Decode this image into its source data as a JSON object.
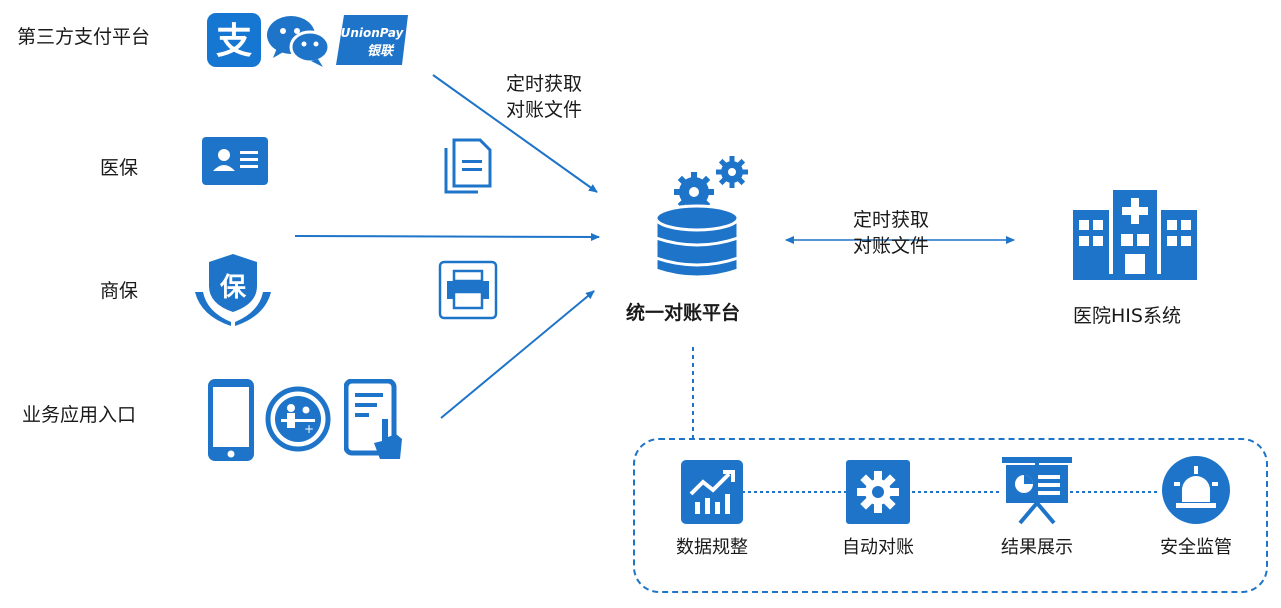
{
  "sources": [
    {
      "id": "third_party_payment",
      "label": "第三方支付平台",
      "icons": [
        "alipay-icon",
        "wechat-icon",
        "unionpay-icon"
      ],
      "unionpay_text": "UnionPay",
      "unionpay_cn": "银联"
    },
    {
      "id": "medical_insurance",
      "label": "医保",
      "icons": [
        "id-card-icon"
      ]
    },
    {
      "id": "commercial_insurance",
      "label": "商保",
      "icons": [
        "insurance-shield-icon"
      ],
      "shield_char": "保"
    },
    {
      "id": "business_entry",
      "label": "业务应用入口",
      "icons": [
        "phone-icon",
        "self-service-icon",
        "tablet-touch-icon"
      ]
    }
  ],
  "left_annotation": {
    "line1": "定时获取",
    "line2": "对账文件"
  },
  "right_annotation": {
    "line1": "定时获取",
    "line2": "对账文件"
  },
  "platform": {
    "label": "统一对账平台",
    "icon": "database-gear-icon"
  },
  "his": {
    "label": "医院HIS系统",
    "icon": "hospital-icon"
  },
  "functions": [
    {
      "label": "数据规整",
      "icon": "chart-trend-icon"
    },
    {
      "label": "自动对账",
      "icon": "gear-icon"
    },
    {
      "label": "结果展示",
      "icon": "presentation-board-icon"
    },
    {
      "label": "安全监管",
      "icon": "alarm-light-icon"
    }
  ],
  "colors": {
    "primary": "#1e74c8",
    "alipay": "#1677d2",
    "wechat": "#1e74c8",
    "unionpay": "#1e74c8",
    "text": "#1a1a1a"
  }
}
